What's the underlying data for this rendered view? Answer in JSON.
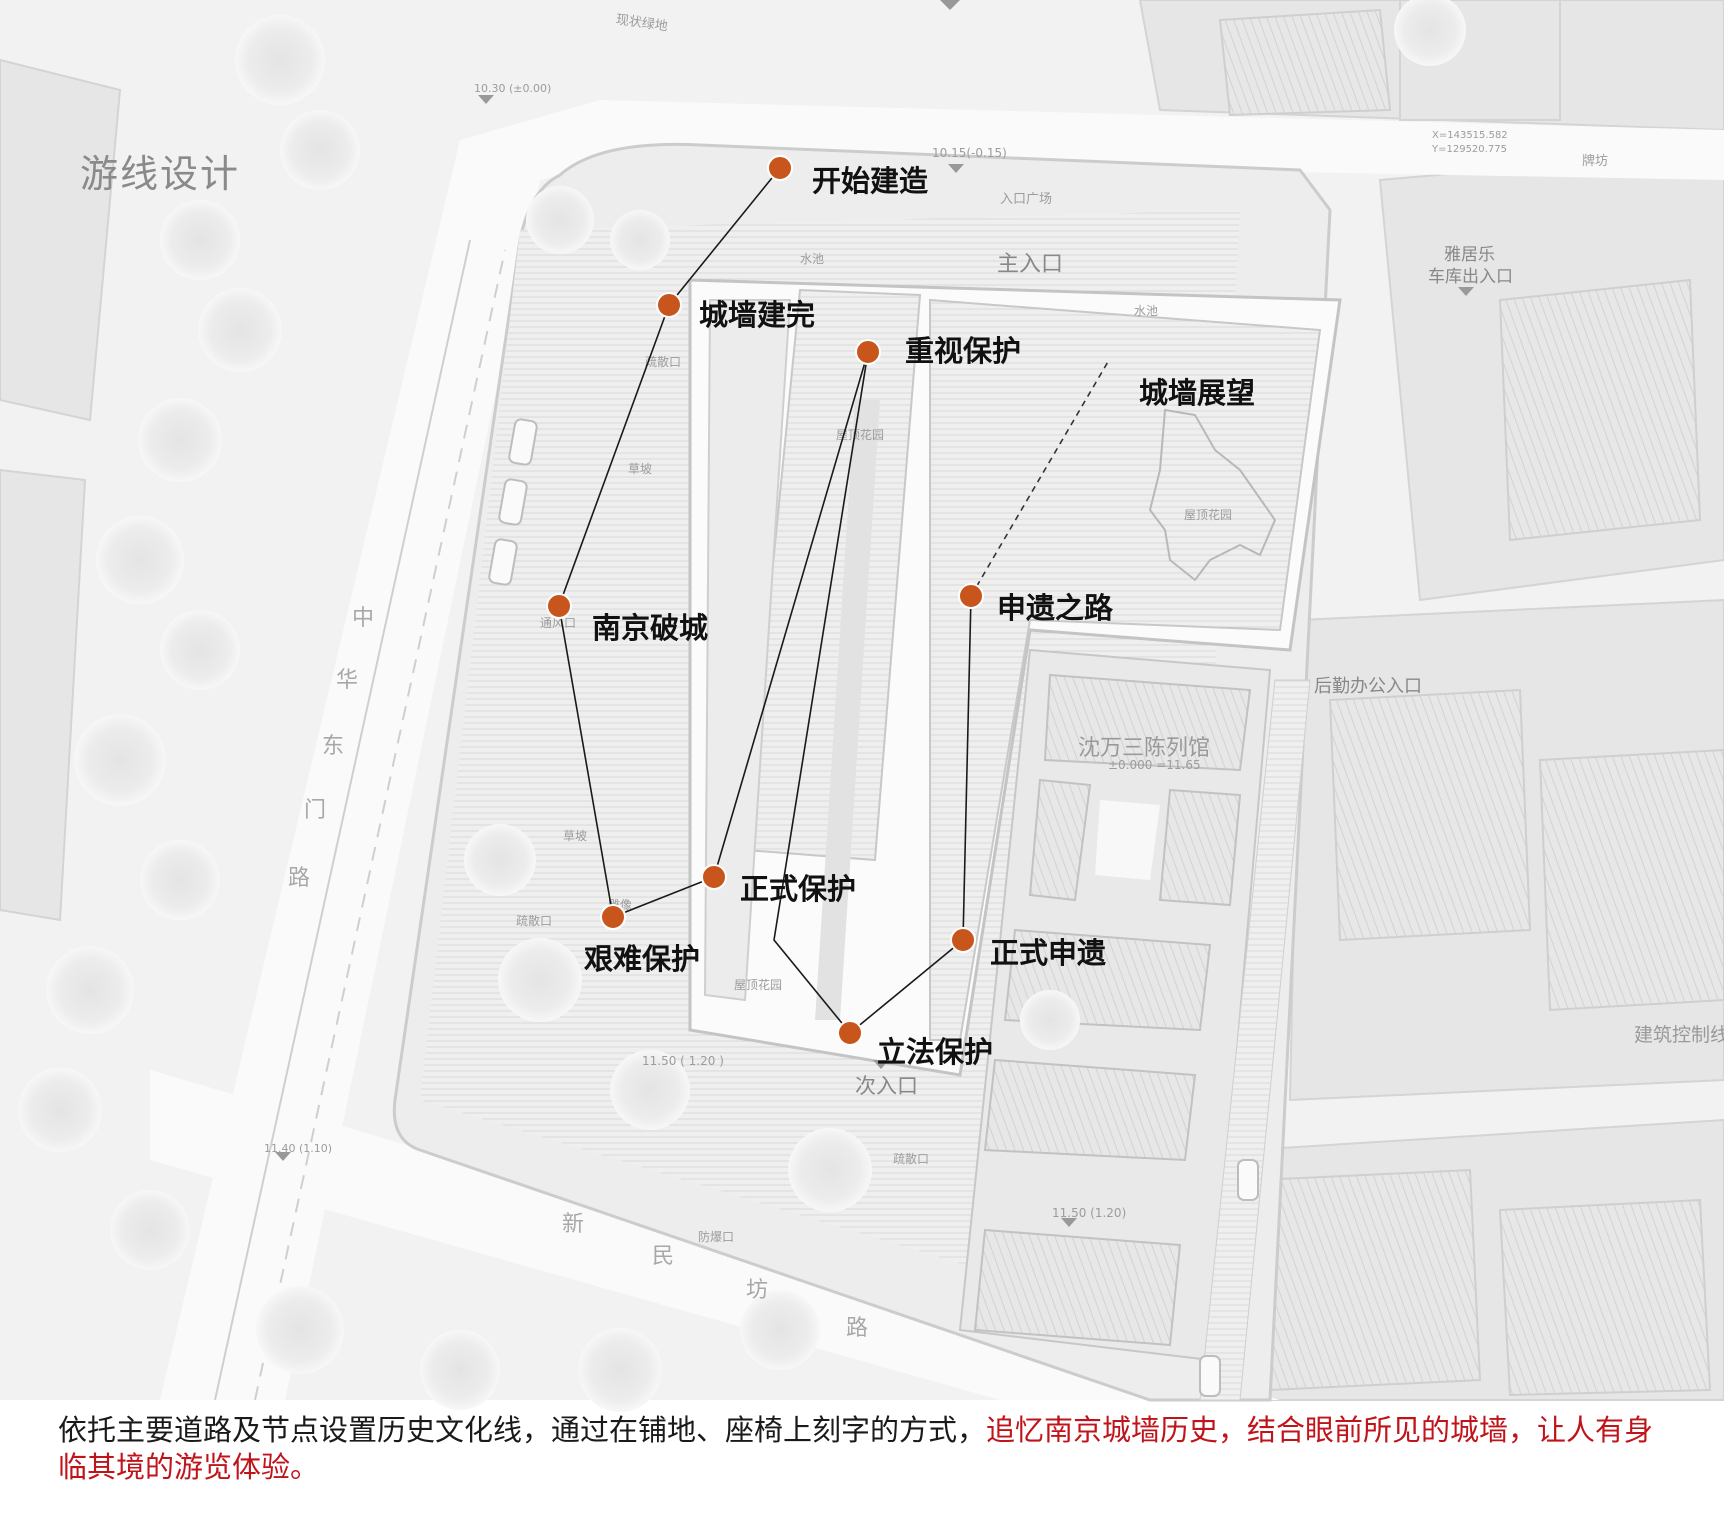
{
  "title": "游线设计",
  "route_stops": [
    {
      "label": "开始建造"
    },
    {
      "label": "城墙建完"
    },
    {
      "label": "南京破城"
    },
    {
      "label": "艰难保护"
    },
    {
      "label": "正式保护"
    },
    {
      "label": "重视保护"
    },
    {
      "label": "立法保护"
    },
    {
      "label": "正式申遗"
    },
    {
      "label": "申遗之路"
    },
    {
      "label": "城墙展望"
    }
  ],
  "map_labels": {
    "main_entrance": "主入口",
    "secondary_entrance": "次入口",
    "museum": "沈万三陈列馆",
    "museum_elevation": "±0.000 =11.65",
    "garage_exit_line1": "雅居乐",
    "garage_exit_line2": "车库出入口",
    "logistics_entrance": "后勤办公入口",
    "construction_line": "建筑控制线",
    "plaza": "入口广场",
    "water_pool_1": "水池",
    "water_pool_2": "水池",
    "roof_garden_1": "屋顶花园",
    "roof_garden_2": "屋顶花园",
    "roof_garden_3": "屋顶花园",
    "lawn_1": "草坡",
    "lawn_2": "草坡",
    "evacuation_1": "疏散口",
    "evacuation_2": "疏散口",
    "evacuation_3": "疏散口",
    "vent": "通风口",
    "explosion_vent": "防爆口",
    "sculpture": "雕像",
    "existing": "现状绿地",
    "memorial": "牌坊",
    "elev_1": "10.30 (±0.00)",
    "elev_2": "10.15(-0.15)",
    "elev_3": "11.50 ( 1.20 )",
    "elev_4": "11.40 (1.10)",
    "elev_5": "11.50 (1.20)",
    "coord_x": "X=143515.582",
    "coord_y": "Y=129520.775",
    "road_west": [
      "中",
      "华",
      "东",
      "门",
      "路"
    ],
    "road_south": [
      "新",
      "民",
      "坊",
      "路"
    ]
  },
  "caption": {
    "part1": "依托主要道路及节点设置历史文化线，通过在铺地、座椅上刻字的方式，",
    "part2": "追忆南京城墙历史，结合眼前所见的城墙，让人有身临其境的游览体验。"
  },
  "colors": {
    "node": "#c8561c",
    "route_line": "#1a1a1a",
    "highlight_text": "#c0141b",
    "title_gray": "#8a8a8a"
  }
}
